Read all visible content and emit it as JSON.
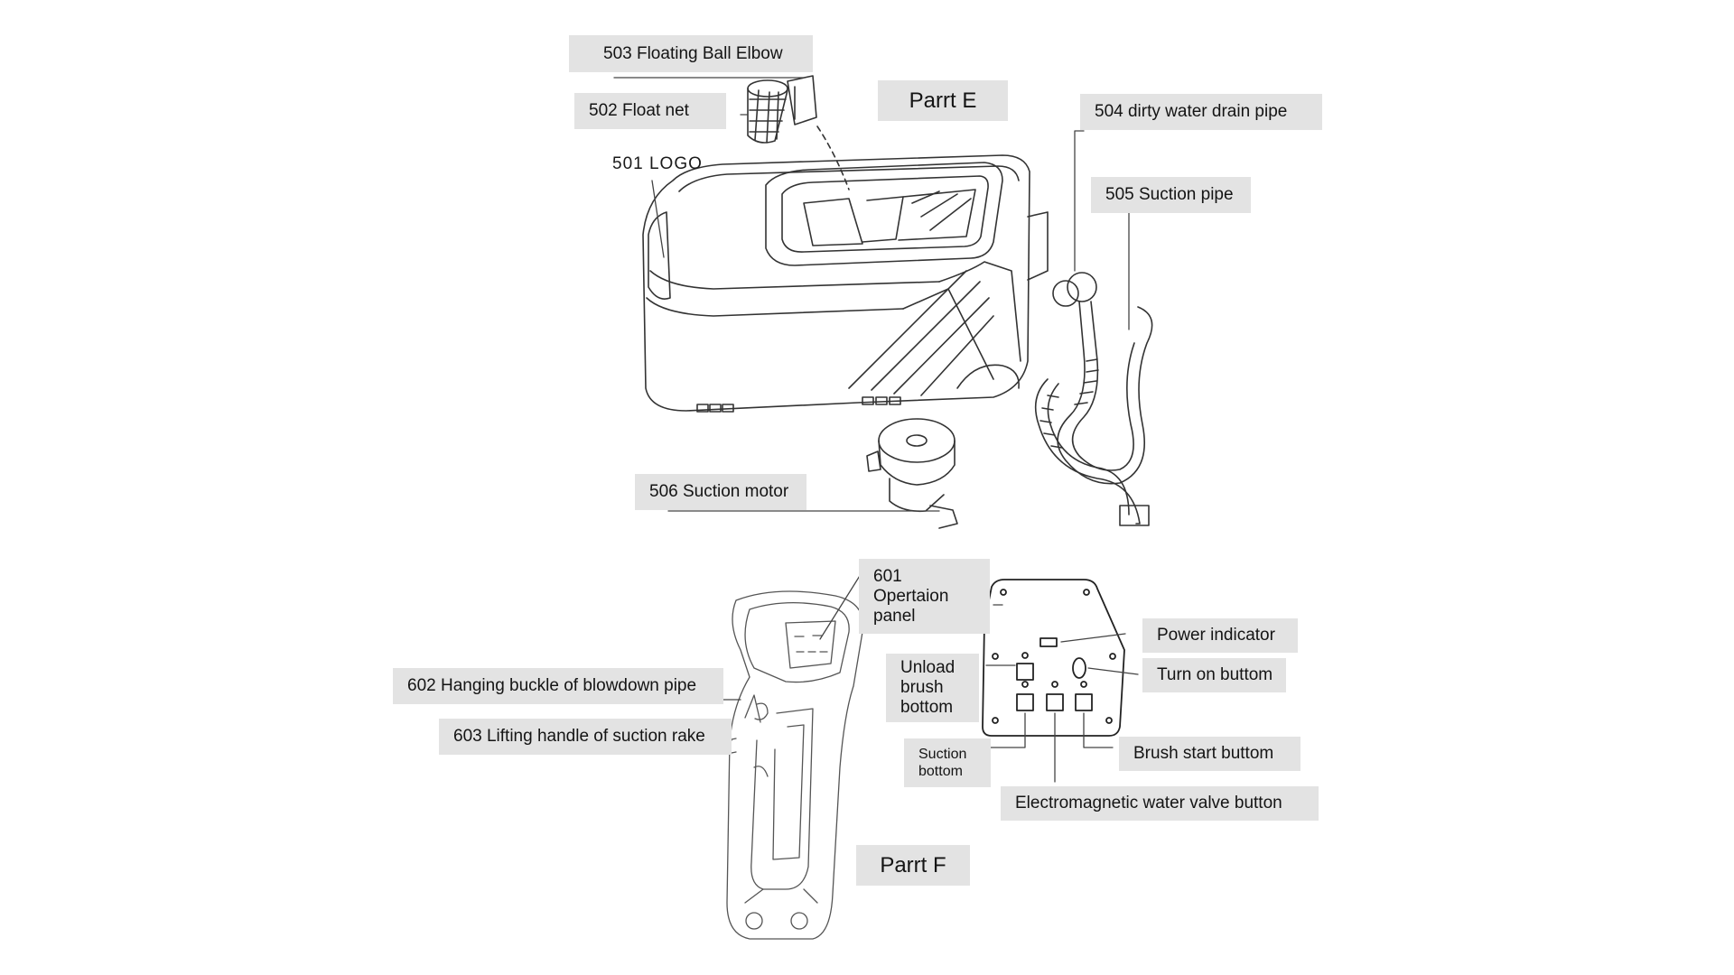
{
  "part_e": {
    "title": "Parrt E",
    "labels": {
      "p503": "503 Floating Ball Elbow",
      "p502": "502 Float net",
      "p501": "501 LOGO",
      "p504": "504 dirty water drain pipe",
      "p505": "505 Suction pipe",
      "p506": "506 Suction motor"
    }
  },
  "part_f": {
    "title": "Parrt F",
    "labels": {
      "p601_line1": "601",
      "p601_line2": "Opertaion",
      "p601_line3": "panel",
      "p602": "602 Hanging buckle of blowdown pipe",
      "p603": "603 Lifting handle of suction rake",
      "power_indicator": "Power indicator",
      "turn_on": "Turn on buttom",
      "unload_line1": "Unload",
      "unload_line2": "brush",
      "unload_line3": "bottom",
      "suction_line1": "Suction",
      "suction_line2": "bottom",
      "brush_start": "Brush start buttom",
      "valve": "Electromagnetic water valve button"
    }
  }
}
